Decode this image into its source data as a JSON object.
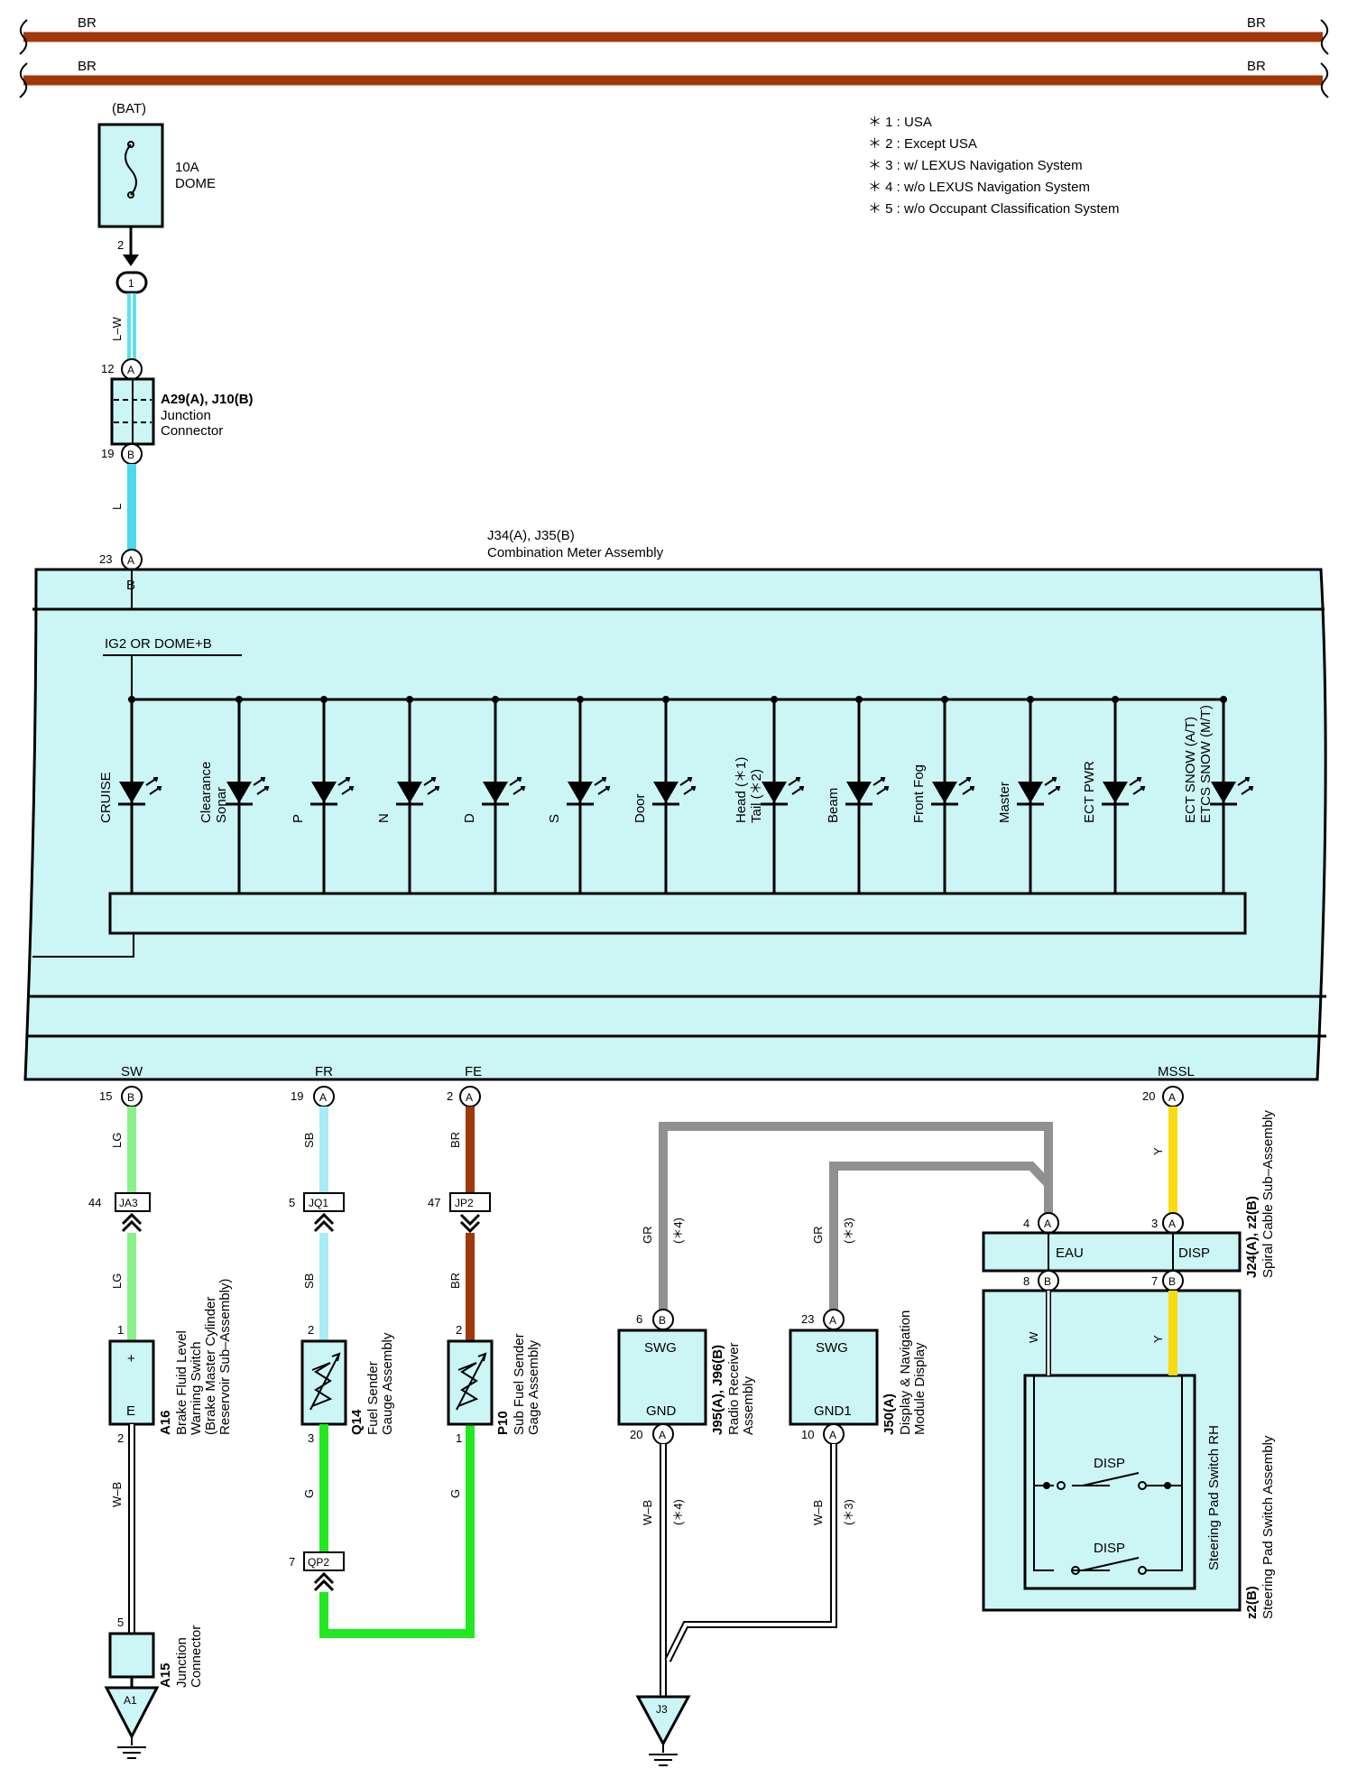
{
  "bus": {
    "top_left": "BR",
    "top_right": "BR",
    "bottom_left": "BR",
    "bottom_right": "BR"
  },
  "legend": [
    "＊ 1 : USA",
    "＊ 2 : Except USA",
    "＊ 3 : w/ LEXUS Navigation System",
    "＊ 4 : w/o LEXUS Navigation System",
    "＊ 5 : w/o Occupant Classification System"
  ],
  "fuse": {
    "source": "(BAT)",
    "rating": "10A",
    "name": "DOME",
    "pin": "2",
    "connector": "1"
  },
  "junction_a29": {
    "id": "A29(A), J10(B)",
    "name1": "Junction",
    "name2": "Connector",
    "pin_top": "12",
    "pin_top_conn": "A",
    "pin_bot": "19",
    "pin_bot_conn": "B",
    "wire_top": "L–W",
    "wire_bot": "L"
  },
  "meter": {
    "id": "J34(A), J35(B)",
    "name": "Combination Meter Assembly",
    "pin_in": "23",
    "pin_in_conn": "A",
    "pin_in_label": "B",
    "supply": "IG2 OR DOME+B",
    "lamps": [
      "CRUISE",
      "Clearance|Sonar",
      "P",
      "N",
      "D",
      "S",
      "Door",
      "Head (＊1)|Tail (＊2)",
      "Beam",
      "Front Fog",
      "Master",
      "ECT PWR",
      "ECT SNOW (A/T)|ETCS SNOW (M/T)"
    ],
    "term_sw": "SW",
    "term_fr": "FR",
    "term_fe": "FE",
    "term_mssl": "MSSL"
  },
  "sw_branch": {
    "pin": "15",
    "conn": "B",
    "wire1": "LG",
    "jpin": "44",
    "jconn": "JA3",
    "wire2": "LG",
    "dev_pin_top": "1",
    "dev_plus": "+",
    "dev_e": "E",
    "dev_pin_bot": "2",
    "wire3": "W–B",
    "dev_id": "A16",
    "dev_name": [
      "Brake Fluid Level",
      "Warning Switch",
      "(Brake Master Cylinder",
      "Reservoir Sub–Assembly)"
    ],
    "junc_pin": "5",
    "junc_id": "A15",
    "junc_name": [
      "Junction",
      "Connector"
    ],
    "ground": "A1"
  },
  "fr_branch": {
    "pin": "19",
    "conn": "A",
    "wire1": "SB",
    "jpin": "5",
    "jconn": "JQ1",
    "wire2": "SB",
    "dev_pin_top": "2",
    "dev_pin_bot": "3",
    "wire3": "G",
    "dev_id": "Q14",
    "dev_name": [
      "Fuel Sender",
      "Gauge Assembly"
    ],
    "jpin2": "7",
    "jconn2": "QP2"
  },
  "fe_branch": {
    "pin": "2",
    "conn": "A",
    "wire1": "BR",
    "jpin": "47",
    "jconn": "JP2",
    "wire2": "BR",
    "dev_pin_top": "2",
    "dev_pin_bot": "1",
    "wire3": "G",
    "dev_id": "P10",
    "dev_name": [
      "Sub Fuel Sender",
      "Gage Assembly"
    ]
  },
  "radio": {
    "pin_top": "6",
    "conn_top": "B",
    "swg": "SWG",
    "gnd": "GND",
    "pin_bot": "20",
    "conn_bot": "A",
    "wire_top": "GR",
    "note_top": "(＊4)",
    "wire_bot": "W–B",
    "note_bot": "(＊4)",
    "id": "J95(A), J96(B)",
    "name": [
      "Radio Receiver",
      "Assembly"
    ],
    "ground": "J3"
  },
  "display": {
    "pin_top": "23",
    "conn_top": "A",
    "swg": "SWG",
    "gnd": "GND1",
    "pin_bot": "10",
    "conn_bot": "A",
    "wire_top": "GR",
    "note_top": "(＊3)",
    "wire_bot": "W–B",
    "note_bot": "(＊3)",
    "id": "J50(A)",
    "name": [
      "Display & Navigation",
      "Module Display"
    ]
  },
  "mssl": {
    "pin": "20",
    "conn": "A",
    "wire": "Y"
  },
  "spiral": {
    "pin_eau": "4",
    "conn_eau": "A",
    "eau": "EAU",
    "pin_disp": "3",
    "conn_disp": "A",
    "disp": "DISP",
    "pin_b1": "8",
    "conn_b1": "B",
    "pin_b2": "7",
    "conn_b2": "B",
    "id": "J24(A), z2(B)",
    "name": "Spiral Cable Sub–Assembly",
    "wire_w": "W",
    "wire_y": "Y"
  },
  "steering": {
    "sw1": "DISP",
    "sw2": "DISP",
    "rh": "Steering Pad Switch RH",
    "id": "z2(B)",
    "name": "Steering Pad Switch Assembly"
  },
  "colors": {
    "br": "#a0380a",
    "lw": "#5ee0f0",
    "l": "#4cd8ee",
    "lg": "#8af08a",
    "sb": "#a8ecf8",
    "g": "#22e822",
    "gr": "#909090",
    "y": "#f8dc10",
    "box": "#ccf5f5"
  }
}
